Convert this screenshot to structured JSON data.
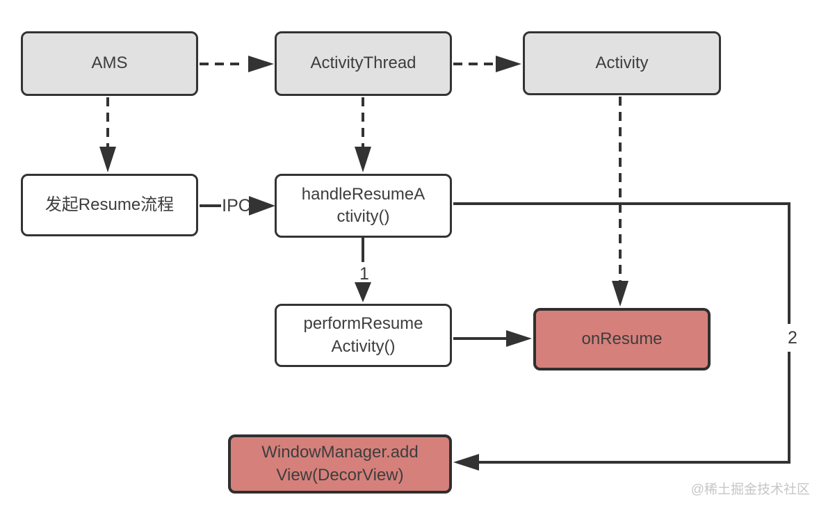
{
  "diagram": {
    "type": "flowchart",
    "topic": "Android Activity Resume flow",
    "colors": {
      "background": "#ffffff",
      "box_gray_fill": "#e1e1e1",
      "box_white_fill": "#ffffff",
      "box_red_fill": "#d6807b",
      "border": "#333333",
      "line": "#333333",
      "text": "#3d3d3d",
      "watermark": "#c6c6c6"
    },
    "nodes": {
      "ams": {
        "label": "AMS",
        "style": "gray"
      },
      "activity_thread": {
        "label": "ActivityThread",
        "style": "gray"
      },
      "activity": {
        "label": "Activity",
        "style": "gray"
      },
      "start_resume": {
        "label": "发起Resume流程",
        "style": "white"
      },
      "handle_resume": {
        "line1": "handleResumeA",
        "line2": "ctivity()",
        "full": "handleResumeActivity()",
        "style": "white"
      },
      "perform_resume": {
        "line1": "performResume",
        "line2": "Activity()",
        "full": "performResumeActivity()",
        "style": "white"
      },
      "on_resume": {
        "label": "onResume",
        "style": "red"
      },
      "window_manager": {
        "line1": "WindowManager.add",
        "line2": "View(DecorView)",
        "full": "WindowManager.addView(DecorView)",
        "style": "red"
      }
    },
    "edges": [
      {
        "from": "ams",
        "to": "activity_thread",
        "style": "dashed"
      },
      {
        "from": "activity_thread",
        "to": "activity",
        "style": "dashed"
      },
      {
        "from": "ams",
        "to": "start_resume",
        "style": "dashed"
      },
      {
        "from": "activity_thread",
        "to": "handle_resume",
        "style": "dashed"
      },
      {
        "from": "activity",
        "to": "on_resume",
        "style": "dashed"
      },
      {
        "from": "start_resume",
        "to": "handle_resume",
        "style": "solid",
        "label": "IPC"
      },
      {
        "from": "handle_resume",
        "to": "perform_resume",
        "style": "solid",
        "label": "1"
      },
      {
        "from": "perform_resume",
        "to": "on_resume",
        "style": "solid"
      },
      {
        "from": "handle_resume",
        "to": "window_manager",
        "style": "solid",
        "label": "2"
      }
    ],
    "edge_labels": {
      "ipc": "IPC",
      "step1": "1",
      "step2": "2"
    },
    "watermark": "@稀土掘金技术社区"
  }
}
